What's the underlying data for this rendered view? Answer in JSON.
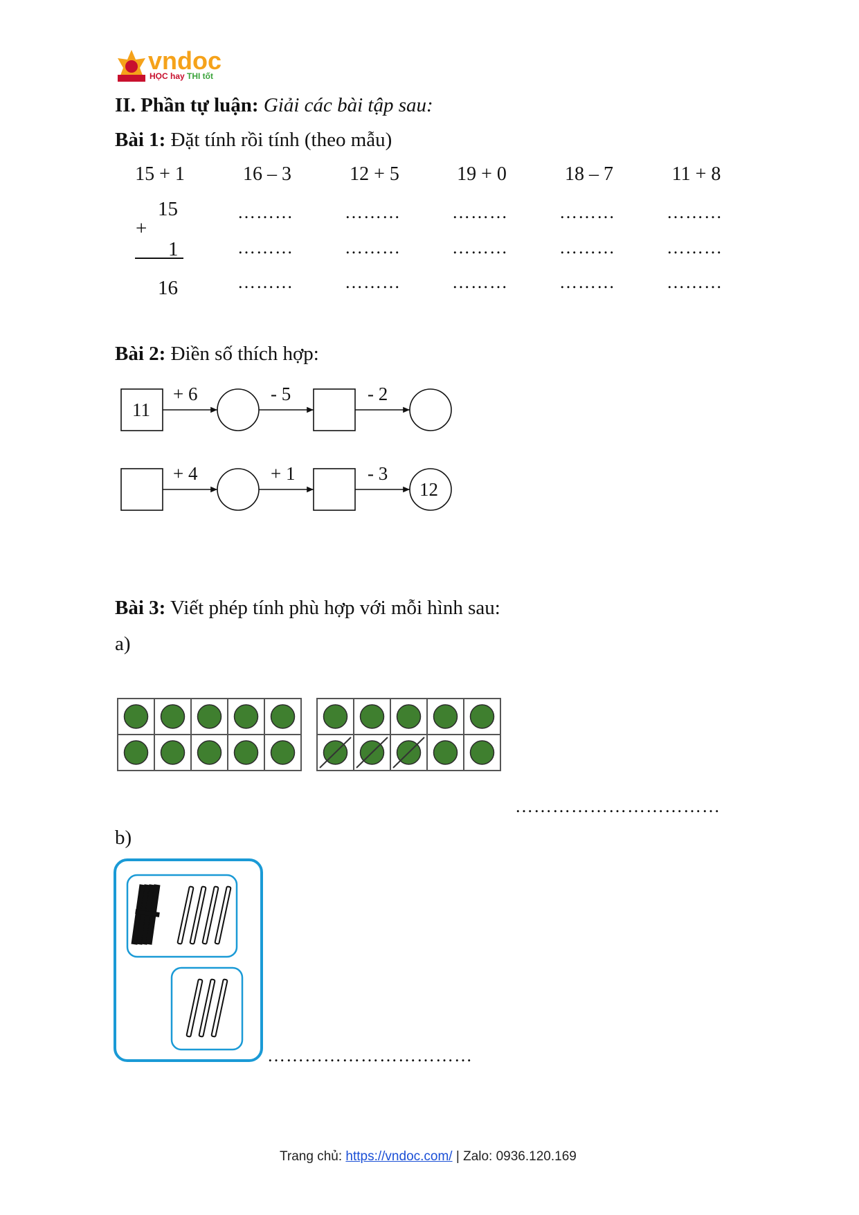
{
  "logo": {
    "word": "vndoc",
    "tagline_a": "HỌC hay ",
    "tagline_b": "THI tốt",
    "icon": "vndoc-mascot-icon"
  },
  "section": {
    "title_bold": "II. Phần tự luận:",
    "title_italic": "Giải các bài tập sau:"
  },
  "bai1": {
    "label": "Bài 1:",
    "text": "Đặt tính rồi tính (theo mẫu)",
    "expressions": [
      "15 + 1",
      "16 – 3",
      "12 + 5",
      "19 + 0",
      "18 – 7",
      "11 + 8"
    ],
    "sample": {
      "top": "15",
      "op": "+",
      "bottom": "1",
      "result": "16"
    },
    "dots": "………"
  },
  "bai2": {
    "label": "Bài 2:",
    "text": "Điền số thích hợp:",
    "row1": {
      "start": "11",
      "ops": [
        "+ 6",
        "- 5",
        "- 2"
      ],
      "end": ""
    },
    "row2": {
      "start": "",
      "ops": [
        "+ 4",
        "+ 1",
        "- 3"
      ],
      "end": "12"
    }
  },
  "bai3": {
    "label": "Bài 3:",
    "text": "Viết phép tính phù hợp với mỗi hình sau:",
    "part_a": "a)",
    "part_b": "b)",
    "frame_a_filled": 10,
    "frame_b_filled": 7,
    "frame_b_crossed": 3,
    "answer_dots": "……………………………",
    "colors": {
      "counter": "#3f7f2f",
      "frame_border": "#1a9ad6"
    }
  },
  "footer": {
    "prefix": "Trang chủ: ",
    "link": "https://vndoc.com/",
    "suffix": " | Zalo: 0936.120.169"
  }
}
